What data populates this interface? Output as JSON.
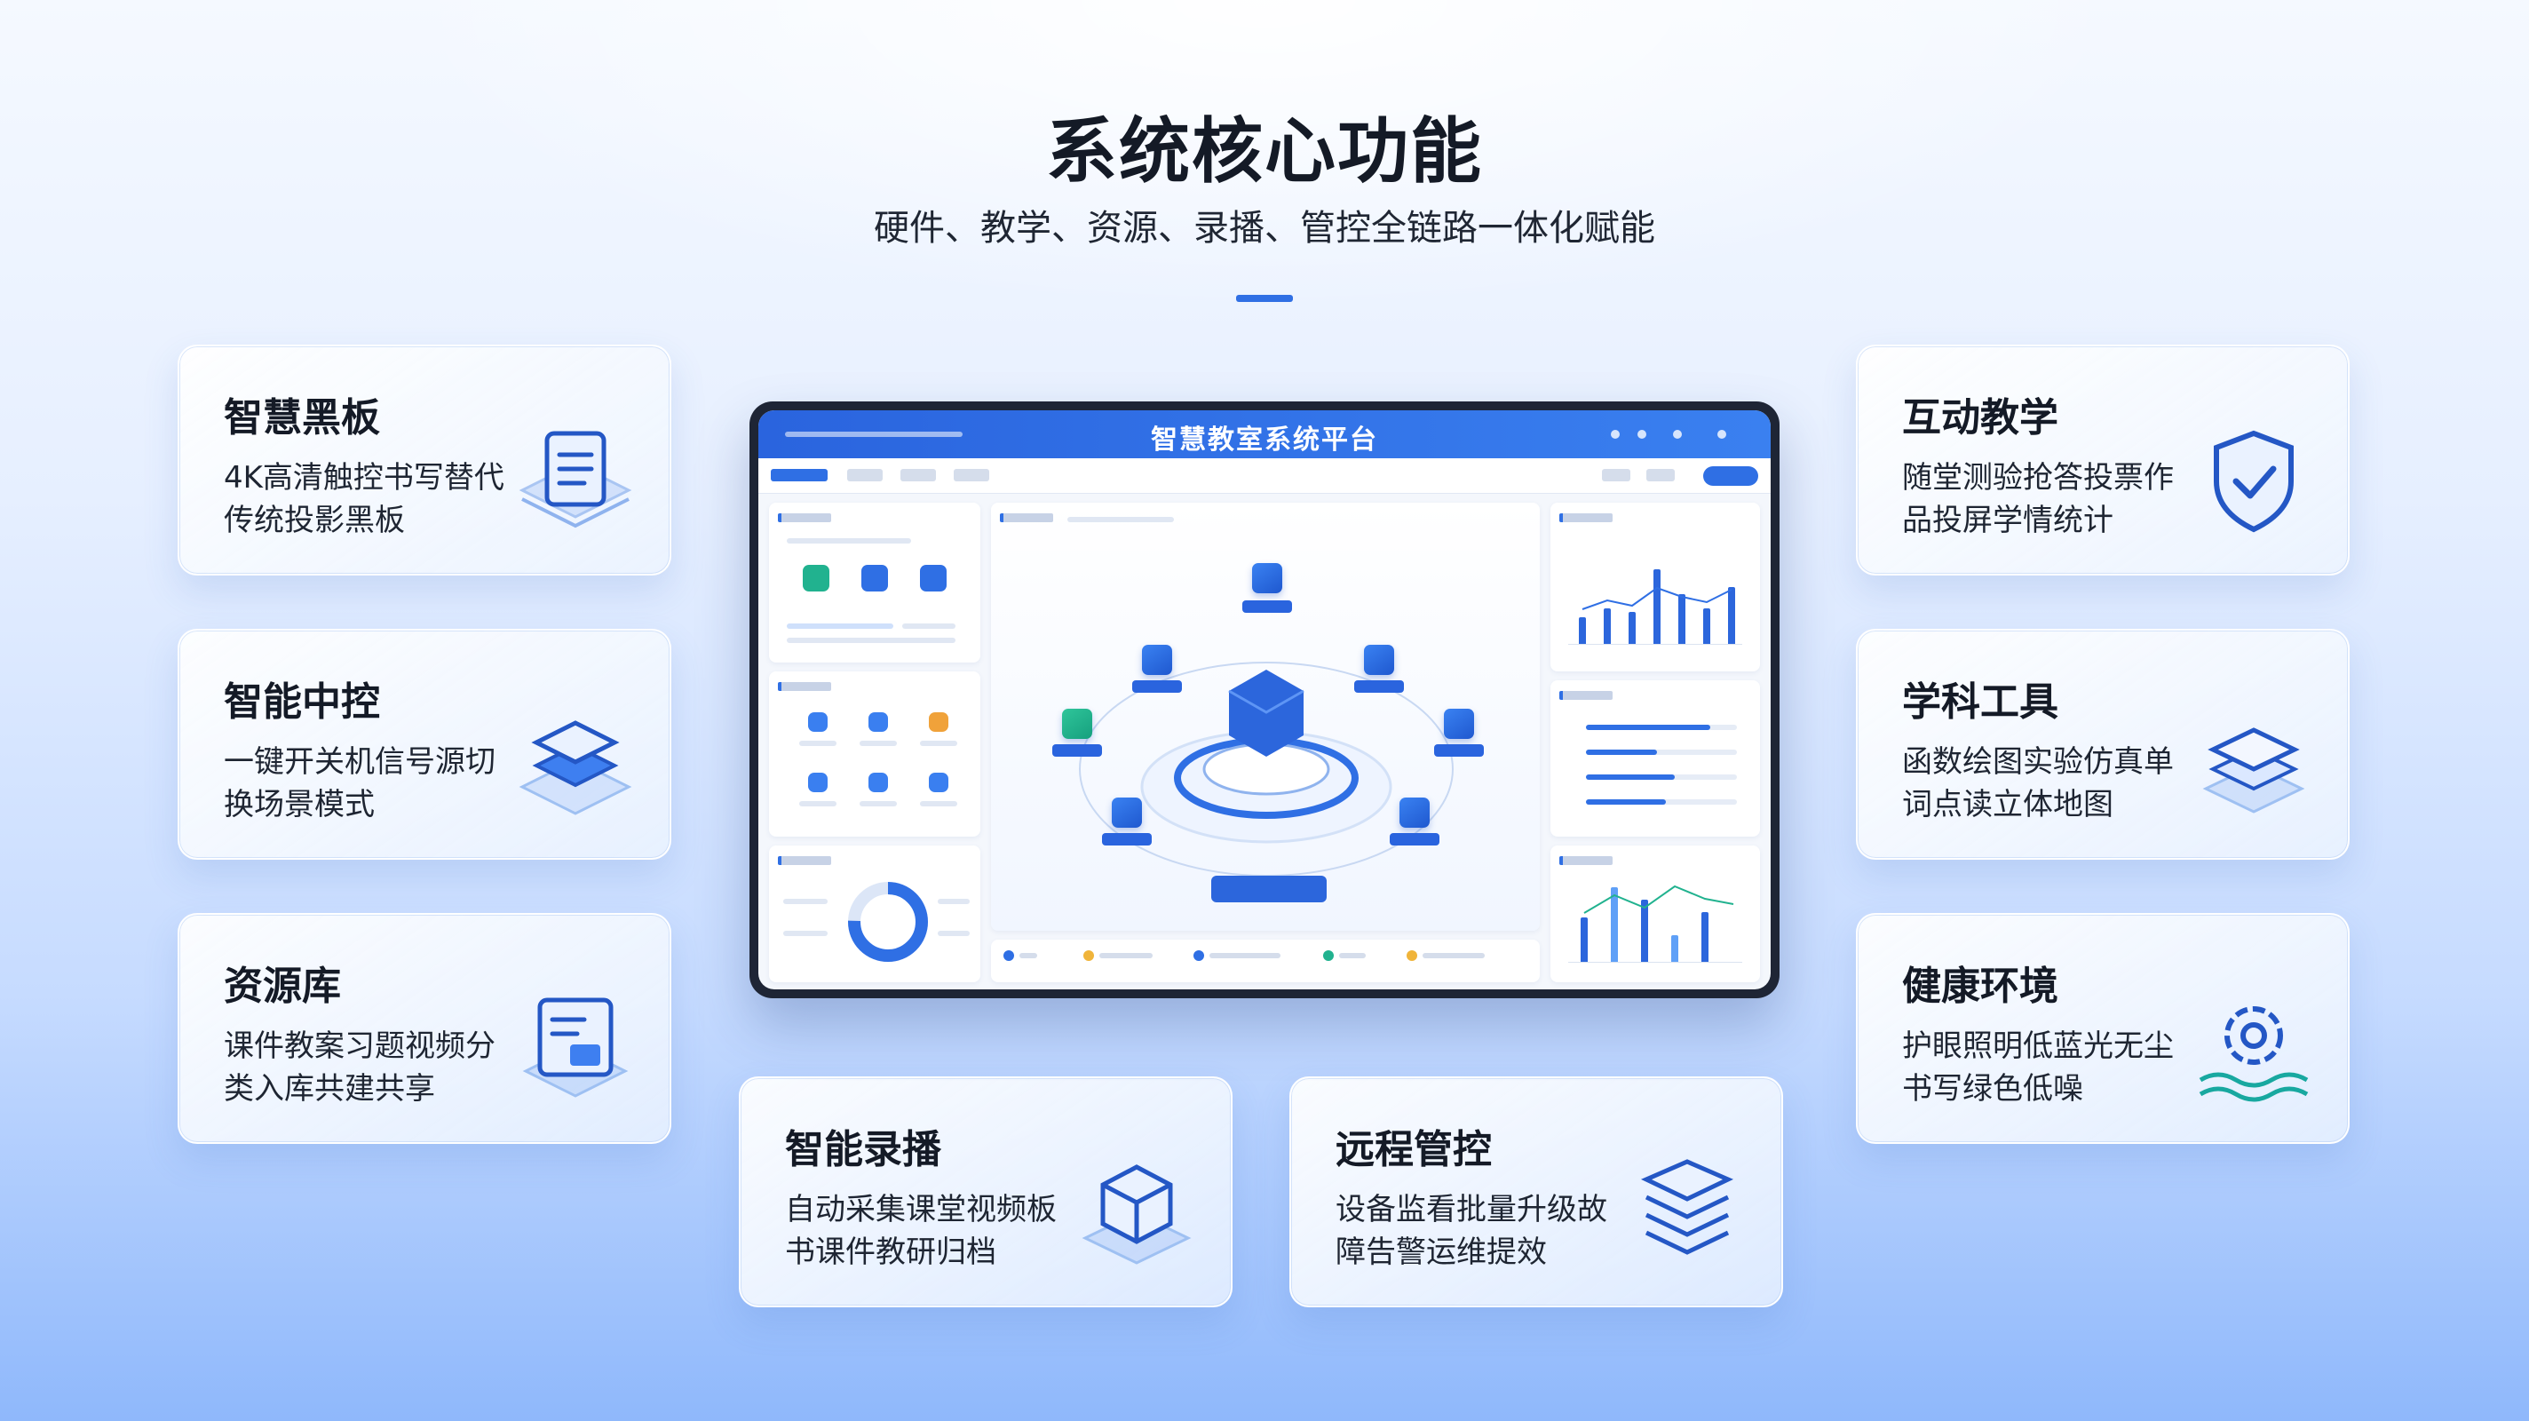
{
  "header": {
    "title": "系统核心功能",
    "subtitle": "硬件、教学、资源、录播、管控全链路一体化赋能"
  },
  "cards": [
    {
      "id": "smart-blackboard",
      "title": "智慧黑板",
      "desc": "4K高清触控书写替代传统投影黑板",
      "icon": "document-list-icon"
    },
    {
      "id": "smart-control",
      "title": "智能中控",
      "desc": "一键开关机信号源切换场景模式",
      "icon": "layers-icon"
    },
    {
      "id": "resource-library",
      "title": "资源库",
      "desc": "课件教案习题视频分类入库共建共享",
      "icon": "document-edit-icon"
    },
    {
      "id": "interactive-teaching",
      "title": "互动教学",
      "desc": "随堂测验抢答投票作品投屏学情统计",
      "icon": "shield-check-icon"
    },
    {
      "id": "subject-tools",
      "title": "学科工具",
      "desc": "函数绘图实验仿真单词点读立体地图",
      "icon": "stack-icon"
    },
    {
      "id": "healthy-environment",
      "title": "健康环境",
      "desc": "护眼照明低蓝光无尘书写绿色低噪",
      "icon": "gear-wave-icon"
    },
    {
      "id": "smart-recording",
      "title": "智能录播",
      "desc": "自动采集课堂视频板书课件教研归档",
      "icon": "cube-icon"
    },
    {
      "id": "remote-management",
      "title": "远程管控",
      "desc": "设备监看批量升级故障告警运维提效",
      "icon": "layers-stack-icon"
    }
  ],
  "dashboard": {
    "title": "智慧教室系统平台"
  },
  "colors": {
    "accent": "#2f6fe4",
    "title_text": "#141a26",
    "screen_frame": "#1e2535"
  }
}
